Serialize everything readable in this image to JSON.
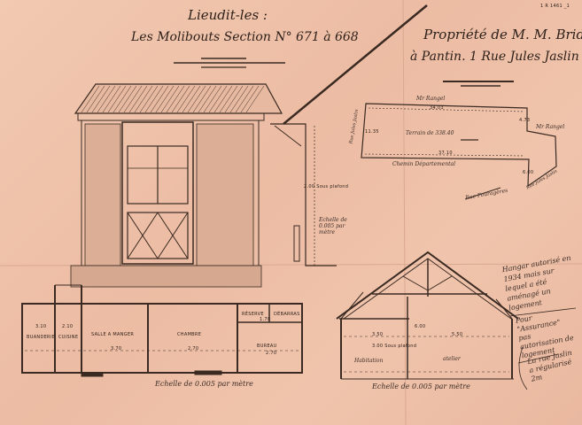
{
  "header": {
    "lieudit_label": "Lieudit-les :",
    "lieudit_name": "Les Molibouts Section N° 671 à 668",
    "owner": "Propriété de M. M. Bridier",
    "address": "à Pantin. 1 Rue Jules Jaslin",
    "archive_ref": "1 R 1461 _1"
  },
  "elevation": {
    "height_label": "2.00 Sous plafond",
    "scale_label": "Echelle de 0.005 par mètre"
  },
  "site_plan": {
    "neighbor_top": "Mr Rangel",
    "neighbor_right": "Mr Rangel",
    "terrain_label": "Terrain de 338.40",
    "bottom_road": "Chemin Départemental",
    "left_road": "Rue Jules Jaslin",
    "street_bottom": "Rue Fouragères",
    "street_corner": "Rue Jules Jaslin",
    "dims": [
      "34.03",
      "37.10",
      "11.35",
      "4.73",
      "6.00"
    ]
  },
  "floor_plan": {
    "rooms": [
      "BUANDERIE",
      "CUISINE",
      "SALLE A MANGER",
      "CHAMBRE",
      "BUREAU",
      "RÉSERVE",
      "DÉBARRAS"
    ],
    "dims": [
      "3.10",
      "2.10",
      "3.70",
      "2.70",
      "2.70",
      "1.70"
    ],
    "scale_label": "Echelle de 0.005 par mètre"
  },
  "section": {
    "habitation_label": "Habitation",
    "atelier_label": "atelier",
    "sous_plafond": "3.00 Sous plafond",
    "height": "6.00",
    "width_left": "3.50",
    "width_right": "5.50",
    "scale_label": "Echelle de 0.005 par mètre"
  },
  "annotations": {
    "note1": "Hangar autorisé en 1934 mais sur lequel a été aménagé un logement",
    "note2": "Pour \"Assurance\" pas autorisation de logement",
    "note3": "La rue Jaslin a régularisé 2m"
  }
}
